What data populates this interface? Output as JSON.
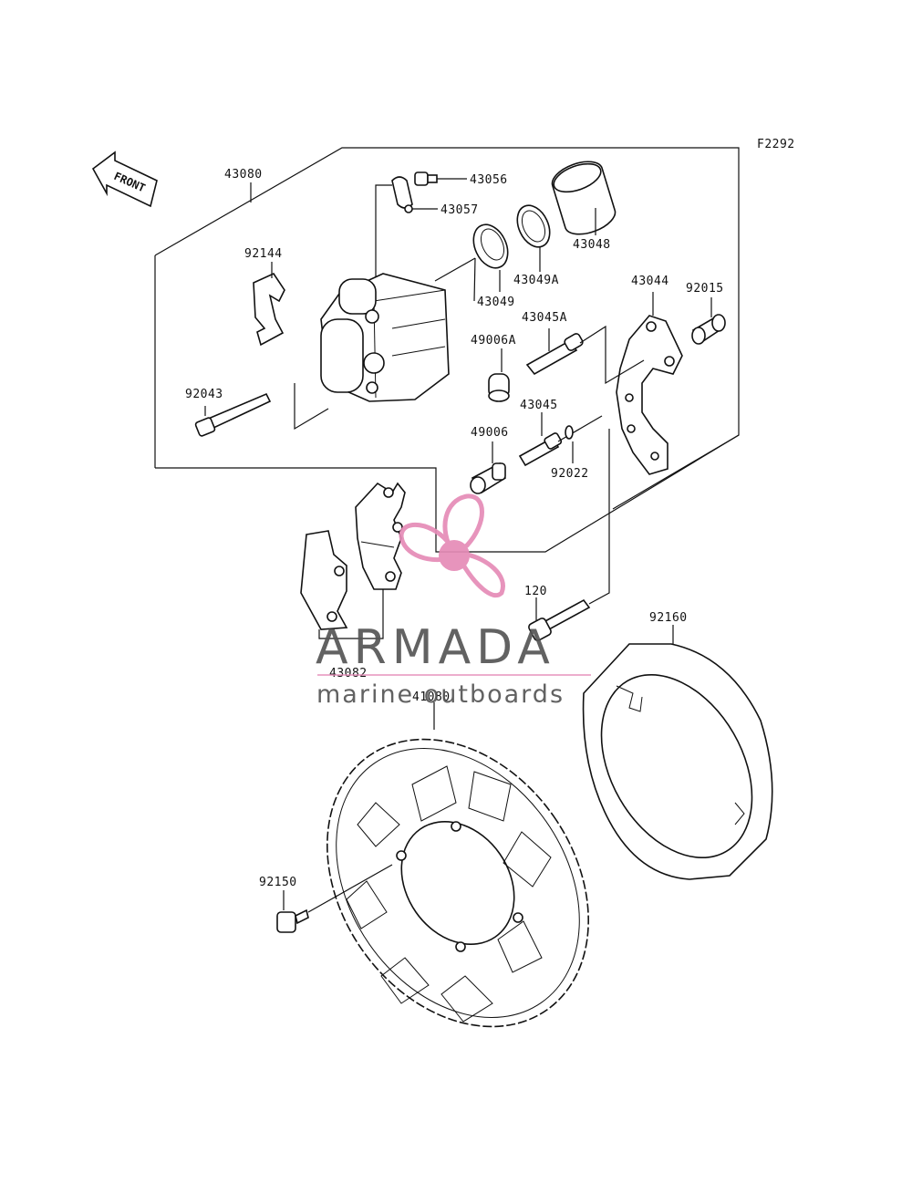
{
  "figure_code": "F2292",
  "front_arrow_label": "FRONT",
  "part_labels": {
    "p43080": "43080",
    "p43056": "43056",
    "p43057": "43057",
    "p43048": "43048",
    "p92144": "92144",
    "p43049A": "43049A",
    "p43049": "43049",
    "p43044": "43044",
    "p92015": "92015",
    "p43045A": "43045A",
    "p49006A": "49006A",
    "p92043": "92043",
    "p43045": "43045",
    "p49006": "49006",
    "p92022": "92022",
    "p120": "120",
    "p92160": "92160",
    "p43082": "43082",
    "p41080": "41080",
    "p92150": "92150"
  },
  "watermark": {
    "brand": "ARMADA",
    "tagline": "marine outboards",
    "accent_color": "#e58bb7",
    "text_color": "#555555"
  }
}
